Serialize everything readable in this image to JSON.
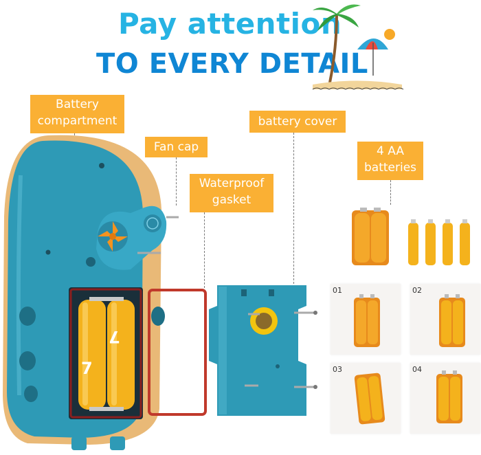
{
  "header": {
    "line1": "Pay attention",
    "line2": "TO EVERY DETAIL"
  },
  "callouts": {
    "battery_compartment": "Battery compartment",
    "fan_cap": "Fan cap",
    "waterproof_gasket": "Waterproof gasket",
    "battery_cover": "battery cover",
    "aa_batteries": "4 AA batteries"
  },
  "steps": [
    {
      "num": "01"
    },
    {
      "num": "02"
    },
    {
      "num": "03"
    },
    {
      "num": "04"
    }
  ],
  "battery_marking": "7",
  "colors": {
    "headline_light": "#26b3e3",
    "headline_dark": "#0f86d4",
    "label_bg": "#fab034",
    "device_teal": "#2e9ab6",
    "gasket_red": "#c0392b",
    "battery_yellow": "#f4b21c"
  }
}
